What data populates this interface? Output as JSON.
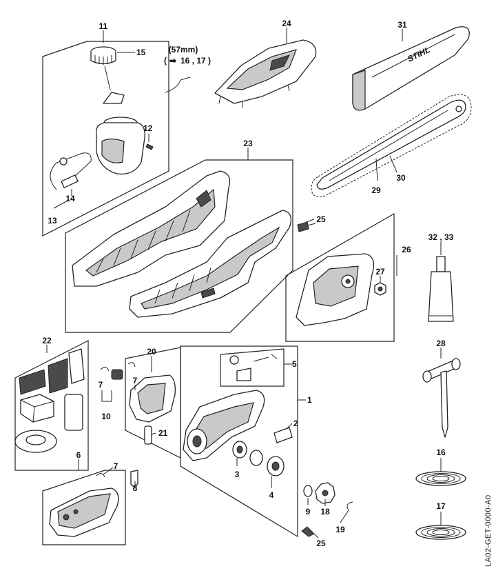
{
  "labels": {
    "p1": "1",
    "p2": "2",
    "p3": "3",
    "p4": "4",
    "p5": "5",
    "p6": "6",
    "p7a": "7",
    "p7b": "7",
    "p7c": "7",
    "p8": "8",
    "p9": "9",
    "p10": "10",
    "p11": "11",
    "p12": "12",
    "p13": "13",
    "p14": "14",
    "p15": "15",
    "p16": "16",
    "p17": "17",
    "p18": "18",
    "p19": "19",
    "p20": "20",
    "p21": "21",
    "p22": "22",
    "p23": "23",
    "p24": "24",
    "p25a": "25",
    "p25b": "25",
    "p26": "26",
    "p27": "27",
    "p28": "28",
    "p29": "29",
    "p30": "30",
    "p31": "31",
    "p32_33": "32 , 33"
  },
  "note": {
    "size": "(57mm)",
    "ref": "16 , 17"
  },
  "brand": "STIHL",
  "drawing_code": "LA02-GET-0000-A0"
}
